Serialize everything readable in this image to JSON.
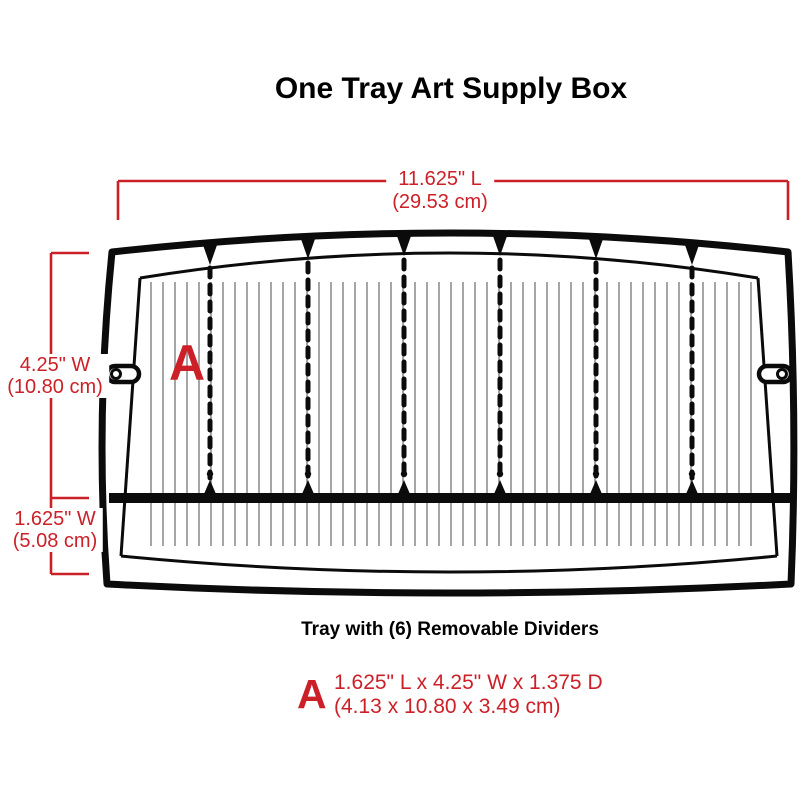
{
  "title": "One Tray Art Supply Box",
  "diagram": {
    "length_label": {
      "inches": "11.625\" L",
      "cm": "(29.53 cm)"
    },
    "width_label": {
      "inches": "4.25\" W",
      "cm": "(10.80 cm)"
    },
    "front_width_label": {
      "inches": "1.625\" W",
      "cm": "(5.08 cm)"
    },
    "compartment_marker": "A",
    "caption": "Tray with (6) Removable Dividers",
    "divider_count": 6
  },
  "legend": {
    "marker": "A",
    "dimensions_inches": "1.625\" L x 4.25\" W x 1.375 D",
    "dimensions_cm": "(4.13 x 10.80 x 3.49 cm)"
  },
  "colors": {
    "accent_red": "#CC2029",
    "line_black": "#0B0B0B",
    "slot_gray": "#9B9B9B",
    "background": "#FFFFFF"
  }
}
